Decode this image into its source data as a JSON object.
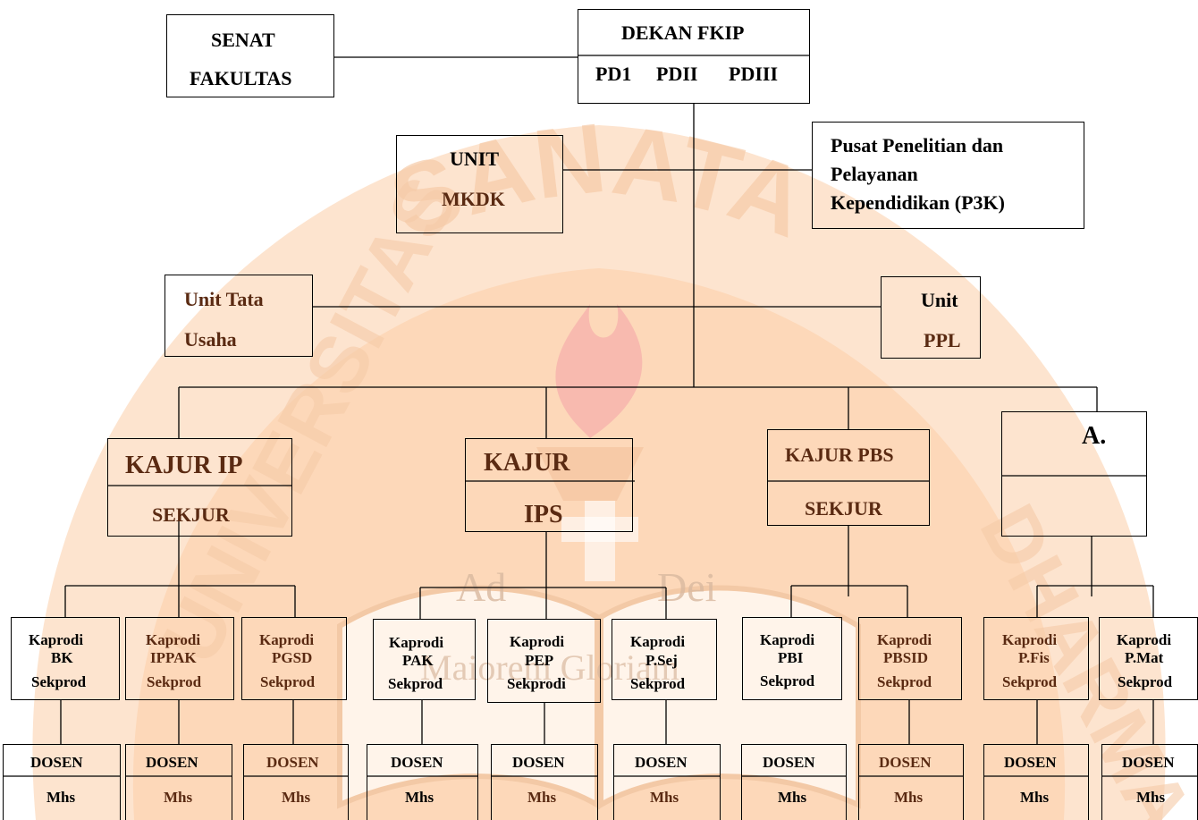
{
  "watermark": {
    "ring_top": "SANATA",
    "ring_left": "UNIVERSITAS",
    "ring_right": "DHARMA",
    "book_left": "Ad",
    "book_right": "Dei",
    "book_bottom": "Maiorem Gloriam",
    "colors": {
      "fill": "#fddcc0",
      "ring": "#f8cfae",
      "flame": "#f4a0a0"
    }
  },
  "top": {
    "senat": [
      "SENAT",
      "FAKULTAS"
    ],
    "dekan": "DEKAN FKIP",
    "pd": [
      "PD1",
      "PDII",
      "PDIII"
    ],
    "unit_mkdk": [
      "UNIT",
      "MKDK"
    ],
    "p3k": [
      "Pusat Penelitian dan",
      "Pelayanan",
      "Kependidikan (P3K)"
    ],
    "tata_usaha": [
      "Unit Tata",
      "Usaha"
    ],
    "ppl": [
      "Unit",
      "PPL"
    ]
  },
  "kajur": {
    "ip": [
      "KAJUR IP",
      "SEKJUR"
    ],
    "ips": [
      "KAJUR",
      "IPS"
    ],
    "pbs": [
      "KAJUR PBS",
      "SEKJUR"
    ],
    "a": "A."
  },
  "kaprodi": [
    [
      "Kaprodi",
      "BK",
      "Sekprod"
    ],
    [
      "Kaprodi",
      "IPPAK",
      "Sekprod"
    ],
    [
      "Kaprodi",
      "PGSD",
      "Sekprod"
    ],
    [
      "Kaprodi",
      "PAK",
      "Sekprod"
    ],
    [
      "Kaprodi",
      "PEP",
      "Sekprodi"
    ],
    [
      "Kaprodi",
      "P.Sej",
      "Sekprod"
    ],
    [
      "Kaprodi",
      "PBI",
      "Sekprod"
    ],
    [
      "Kaprodi",
      "PBSID",
      "Sekprod"
    ],
    [
      "Kaprodi",
      "P.Fis",
      "Sekprod"
    ],
    [
      "Kaprodi",
      "P.Mat",
      "Sekprod"
    ]
  ],
  "dosen": [
    "DOSEN",
    "Mhs"
  ]
}
